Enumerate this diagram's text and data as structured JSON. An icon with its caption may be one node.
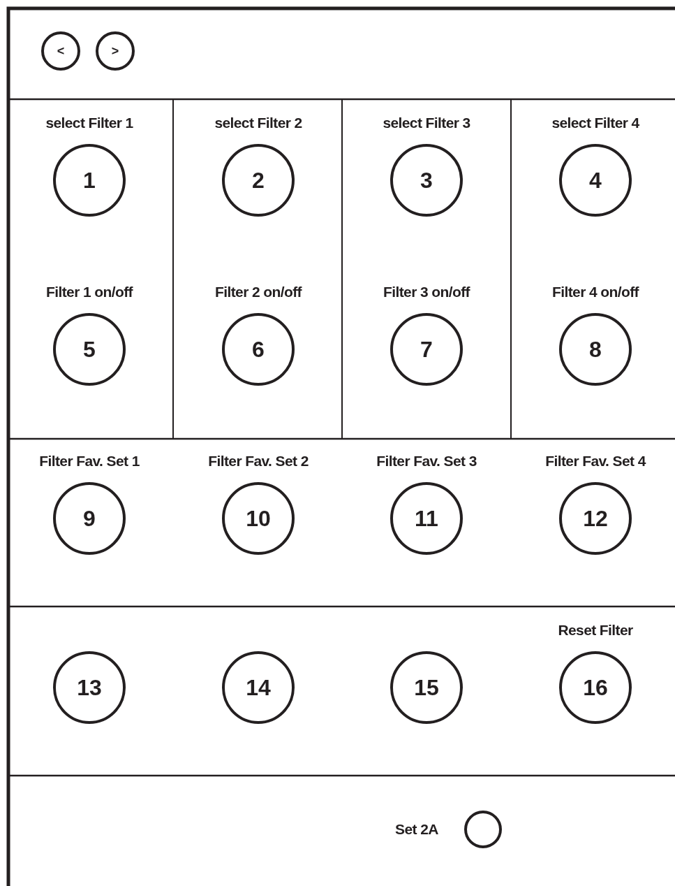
{
  "diagram": {
    "nodes": [
      {
        "text": [
          "<"
        ]
      },
      {
        "text": [
          ">"
        ]
      },
      {
        "text": [
          "1"
        ],
        "beside": [
          "select Filter 1"
        ]
      },
      {
        "text": [
          "2"
        ],
        "beside": [
          "select Filter 2"
        ]
      },
      {
        "text": [
          "3"
        ],
        "beside": [
          "select Filter 3"
        ]
      },
      {
        "text": [
          "4"
        ],
        "beside": [
          "select Filter 4"
        ]
      },
      {
        "text": [
          "5"
        ],
        "beside": [
          "Filter 1 on/off"
        ]
      },
      {
        "text": [
          "6"
        ],
        "beside": [
          "Filter 2 on/off"
        ]
      },
      {
        "text": [
          "7"
        ],
        "beside": [
          "Filter 3 on/off"
        ]
      },
      {
        "text": [
          "8"
        ],
        "beside": [
          "Filter 4 on/off"
        ]
      },
      {
        "text": [
          "9"
        ],
        "beside": [
          "Filter Fav. Set 1"
        ]
      },
      {
        "text": [
          "10"
        ],
        "beside": [
          "Filter Fav. Set 2"
        ]
      },
      {
        "text": [
          "11"
        ],
        "beside": [
          "Filter Fav. Set 3"
        ]
      },
      {
        "text": [
          "12"
        ],
        "beside": [
          "Filter Fav. Set 4"
        ]
      },
      {
        "text": [
          "13"
        ]
      },
      {
        "text": [
          "14"
        ]
      },
      {
        "text": [
          "15"
        ]
      },
      {
        "text": [
          "16"
        ],
        "beside": [
          "Reset Filter"
        ]
      },
      {
        "text": [],
        "shape": "circle",
        "beside": [
          "Set 2A"
        ]
      }
    ]
  }
}
